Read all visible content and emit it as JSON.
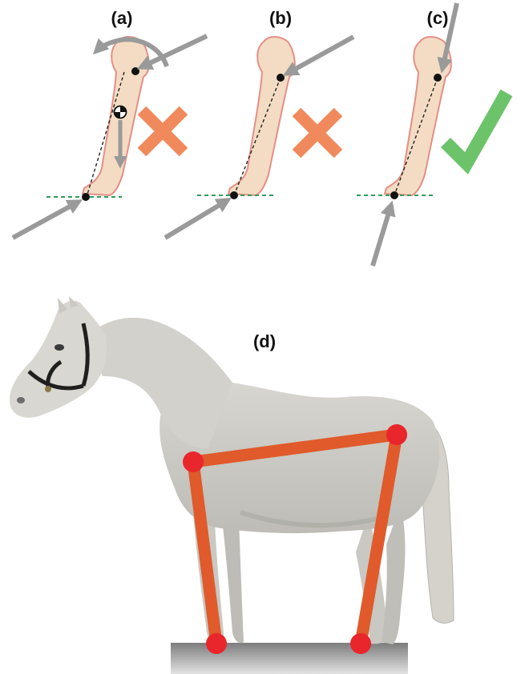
{
  "panels": [
    {
      "label": "(a)",
      "verdict": "invalid",
      "verdict_icon": "cross-icon"
    },
    {
      "label": "(b)",
      "verdict": "invalid",
      "verdict_icon": "cross-icon"
    },
    {
      "label": "(c)",
      "verdict": "valid",
      "verdict_icon": "checkmark-icon"
    }
  ],
  "horse_panel": {
    "label": "(d)",
    "icons": [
      "horse-photo",
      "leg-linkage-diagram",
      "ground-platform"
    ]
  },
  "colors": {
    "limb_fill": "#f3dcc3",
    "limb_outline": "#e58f86",
    "force_arrow": "#9a9a9a",
    "ground_line": "#2e9e5a",
    "cross": "#f08a5d",
    "check": "#6cc36a",
    "linkage": "#e05a2b",
    "joint": "#e8262b",
    "ground_platform": "#9c9c9c"
  }
}
